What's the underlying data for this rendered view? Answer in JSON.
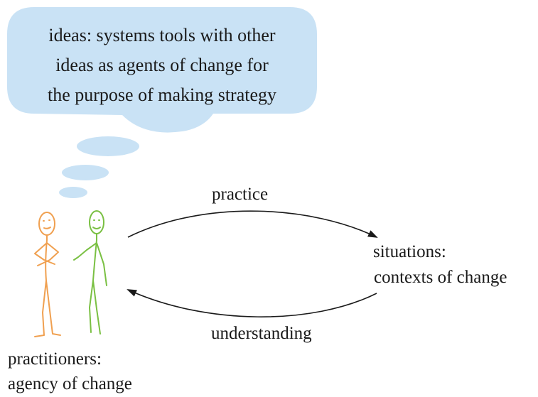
{
  "thought_bubble": {
    "lines": [
      "ideas: systems tools with other",
      "ideas as agents of change for",
      "the purpose of making strategy"
    ],
    "color": "#c9e2f5"
  },
  "arrows": {
    "top_label": "practice",
    "bottom_label": "understanding"
  },
  "situations": {
    "line1": "situations:",
    "line2": "contexts of change"
  },
  "practitioners": {
    "line1": "practitioners:",
    "line2": "agency of change",
    "figure_left_color": "#f0a050",
    "figure_right_color": "#7ac043"
  }
}
